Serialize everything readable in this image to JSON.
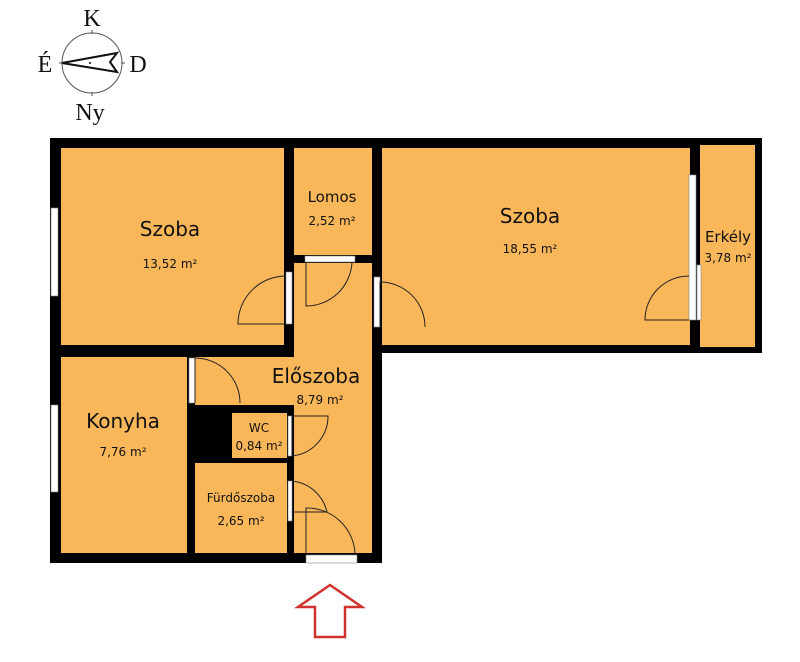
{
  "compass": {
    "north": "K",
    "west": "É",
    "east": "D",
    "south": "Ny"
  },
  "colors": {
    "floor": "#F9B75A",
    "wall": "#000000",
    "arrow": "#D0312D"
  },
  "rooms": [
    {
      "name": "Szoba",
      "area": "13,52 m²"
    },
    {
      "name": "Lomos",
      "area": "2,52 m²"
    },
    {
      "name": "Szoba",
      "area": "18,55 m²"
    },
    {
      "name": "Erkély",
      "area": "3,78 m²"
    },
    {
      "name": "Előszoba",
      "area": "8,79 m²"
    },
    {
      "name": "Konyha",
      "area": "7,76 m²"
    },
    {
      "name": "WC",
      "area": "0,84 m²"
    },
    {
      "name": "Fürdőszoba",
      "area": "2,65 m²"
    }
  ]
}
